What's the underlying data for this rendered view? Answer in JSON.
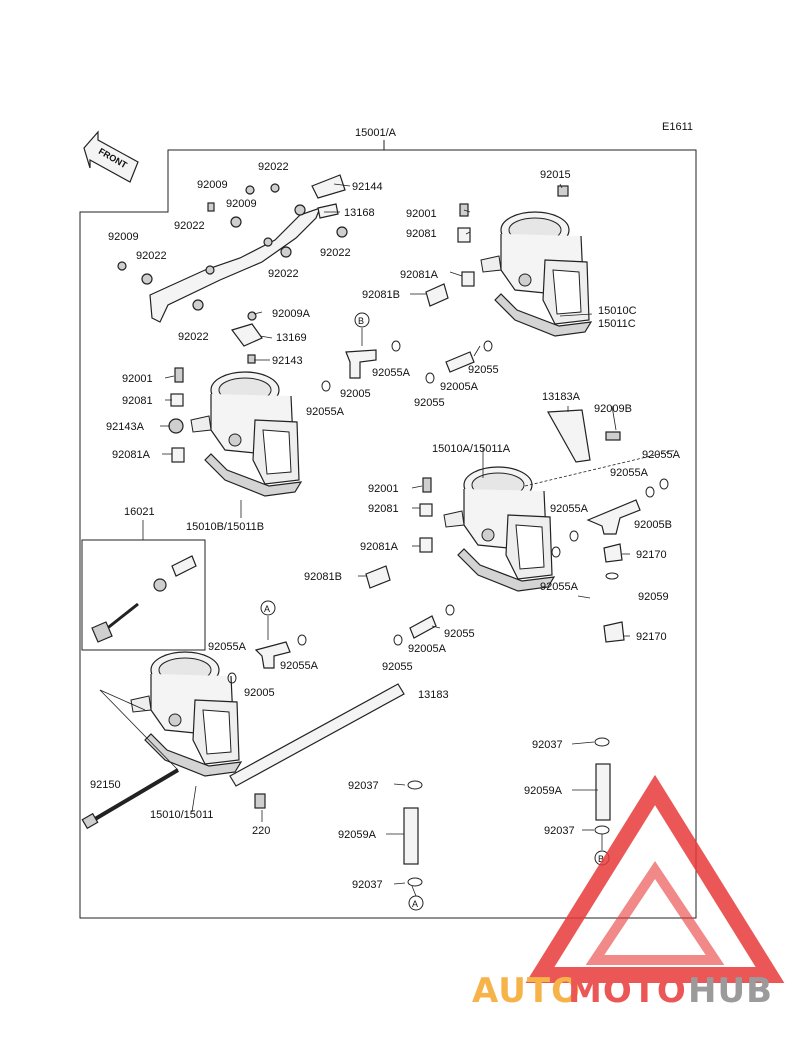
{
  "diagram_code": "E1611",
  "front_label": "FRONT",
  "assembly_label": "15001/A",
  "callouts": [
    {
      "id": "92022-a",
      "text": "92022"
    },
    {
      "id": "92144",
      "text": "92144"
    },
    {
      "id": "92009-a",
      "text": "92009"
    },
    {
      "id": "92009-b",
      "text": "92009"
    },
    {
      "id": "13168",
      "text": "13168"
    },
    {
      "id": "92022-b",
      "text": "92022"
    },
    {
      "id": "92022-c",
      "text": "92022"
    },
    {
      "id": "92009-c",
      "text": "92009"
    },
    {
      "id": "92022-d",
      "text": "92022"
    },
    {
      "id": "92022-e",
      "text": "92022"
    },
    {
      "id": "92022-f",
      "text": "92022"
    },
    {
      "id": "92009A",
      "text": "92009A"
    },
    {
      "id": "13169",
      "text": "13169"
    },
    {
      "id": "92143",
      "text": "92143"
    },
    {
      "id": "92015",
      "text": "92015"
    },
    {
      "id": "92001-a",
      "text": "92001"
    },
    {
      "id": "92081-a",
      "text": "92081"
    },
    {
      "id": "92081A-a",
      "text": "92081A"
    },
    {
      "id": "92081B-a",
      "text": "92081B"
    },
    {
      "id": "15010C",
      "text": "15010C"
    },
    {
      "id": "15011C",
      "text": "15011C"
    },
    {
      "id": "92055-a",
      "text": "92055"
    },
    {
      "id": "92005A-a",
      "text": "92005A"
    },
    {
      "id": "92055-b",
      "text": "92055"
    },
    {
      "id": "92055A-a",
      "text": "92055A"
    },
    {
      "id": "92005-a",
      "text": "92005"
    },
    {
      "id": "92055A-b",
      "text": "92055A"
    },
    {
      "id": "92001-b",
      "text": "92001"
    },
    {
      "id": "92081-b",
      "text": "92081"
    },
    {
      "id": "92143A",
      "text": "92143A"
    },
    {
      "id": "92081A-b",
      "text": "92081A"
    },
    {
      "id": "15010B",
      "text": "15010B/15011B"
    },
    {
      "id": "13183A",
      "text": "13183A"
    },
    {
      "id": "92009B",
      "text": "92009B"
    },
    {
      "id": "15010A",
      "text": "15010A/15011A"
    },
    {
      "id": "92055A-c",
      "text": "92055A"
    },
    {
      "id": "92055A-d",
      "text": "92055A"
    },
    {
      "id": "92001-c",
      "text": "92001"
    },
    {
      "id": "92081-c",
      "text": "92081"
    },
    {
      "id": "92055A-e",
      "text": "92055A"
    },
    {
      "id": "92005B",
      "text": "92005B"
    },
    {
      "id": "92081A-c",
      "text": "92081A"
    },
    {
      "id": "92170-a",
      "text": "92170"
    },
    {
      "id": "92081B-b",
      "text": "92081B"
    },
    {
      "id": "92055A-f",
      "text": "92055A"
    },
    {
      "id": "92059-a",
      "text": "92059"
    },
    {
      "id": "16021",
      "text": "16021"
    },
    {
      "id": "92055-c",
      "text": "92055"
    },
    {
      "id": "92170-b",
      "text": "92170"
    },
    {
      "id": "92055A-g",
      "text": "92055A"
    },
    {
      "id": "92055A-h",
      "text": "92055A"
    },
    {
      "id": "92005A-b",
      "text": "92005A"
    },
    {
      "id": "92055-d",
      "text": "92055"
    },
    {
      "id": "92005-b",
      "text": "92005"
    },
    {
      "id": "13183",
      "text": "13183"
    },
    {
      "id": "92037-a",
      "text": "92037"
    },
    {
      "id": "92037-b",
      "text": "92037"
    },
    {
      "id": "92059A-a",
      "text": "92059A"
    },
    {
      "id": "92150",
      "text": "92150"
    },
    {
      "id": "92037-c",
      "text": "92037"
    },
    {
      "id": "15010",
      "text": "15010/15011"
    },
    {
      "id": "220",
      "text": "220"
    },
    {
      "id": "92059A-b",
      "text": "92059A"
    },
    {
      "id": "92037-d",
      "text": "92037"
    }
  ],
  "connectors": {
    "a": "A",
    "b": "B"
  },
  "watermark": {
    "auto": "AUTO",
    "moto": "MOTO",
    "hub": "HUB"
  },
  "colors": {
    "watermark_red": "#e83a3a",
    "watermark_orange": "#f5a62a",
    "watermark_gray": "#8a8a8a",
    "line": "#222222"
  }
}
